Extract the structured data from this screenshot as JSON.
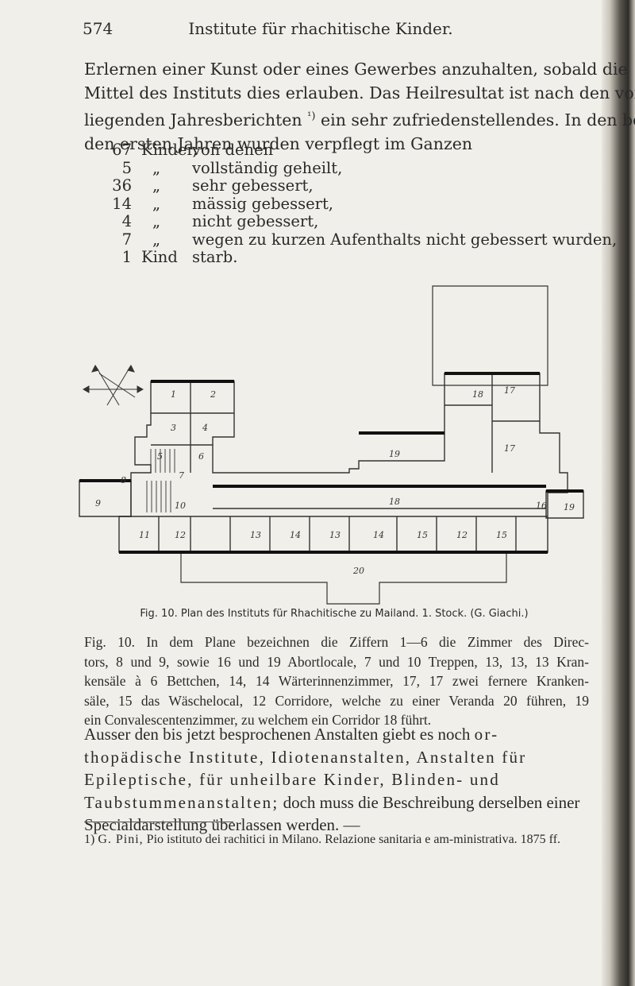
{
  "header": {
    "page_number": "574",
    "running_title": "Institute für rhachitische Kinder."
  },
  "paragraph1": {
    "lines": [
      "Erlernen einer Kunst oder eines Gewerbes anzuhalten, sobald die",
      "Mittel des Instituts dies erlauben. Das Heilresultat ist nach den vor-",
      "liegenden Jahresberichten",
      "ein sehr zufriedenstellendes. In den bei-",
      "den ersten Jahren wurden verpflegt im Ganzen"
    ],
    "footnote_mark": "¹)"
  },
  "tally": [
    {
      "count": "67",
      "unit": "Kinder,",
      "text": "von denen"
    },
    {
      "count": "5",
      "unit": "„",
      "text": "vollständig geheilt,"
    },
    {
      "count": "36",
      "unit": "„",
      "text": "sehr gebessert,"
    },
    {
      "count": "14",
      "unit": "„",
      "text": "mässig gebessert,"
    },
    {
      "count": "4",
      "unit": "„",
      "text": "nicht gebessert,"
    },
    {
      "count": "7",
      "unit": "„",
      "text": "wegen zu kurzen Aufenthalts nicht gebessert wurden,"
    },
    {
      "count": "1",
      "unit": "Kind",
      "text": "starb."
    }
  ],
  "figure": {
    "room_labels": [
      "1",
      "2",
      "3",
      "4",
      "5",
      "6",
      "7",
      "8",
      "9",
      "10",
      "11",
      "12",
      "13",
      "14",
      "13",
      "14",
      "15",
      "12",
      "15",
      "16",
      "17",
      "17",
      "18",
      "18",
      "19",
      "19",
      "20"
    ],
    "caption": "Fig. 10. Plan des Instituts für Rhachitische zu Mailand. 1. Stock. (G. Giachi.)"
  },
  "explanation": {
    "lines": [
      "Fig. 10. In dem Plane bezeichnen die Ziffern 1—6 die Zimmer des Direc-",
      "tors, 8 und 9, sowie 16 und 19 Abortlocale, 7 und 10 Treppen, 13, 13, 13 Kran-",
      "kensäle à 6 Bettchen, 14, 14 Wärterinnenzimmer, 17, 17 zwei fernere Kranken-",
      "säle, 15 das Wäschelocal, 12 Corridore, welche zu einer Veranda 20 führen, 19",
      "ein Convalescentenzimmer, zu welchem ein Corridor 18 führt."
    ]
  },
  "ausser": {
    "lead": "Ausser den bis jetzt besprochenen Anstalten giebt es noch",
    "spaced_1": "or-thopädische Institute, Idiotenanstalten, Anstalten für Epileptische, für unheilbare Kinder, Blinden- und Taubstummenanstalten;",
    "tail": "doch muss die Beschreibung derselben einer Specialdarstellung überlassen werden. —"
  },
  "footnote": {
    "mark": "1)",
    "author": "G. Pini,",
    "text": "Pio istituto dei rachitici in Milano. Relazione sanitaria e am-ministrativa. 1875 ff."
  }
}
